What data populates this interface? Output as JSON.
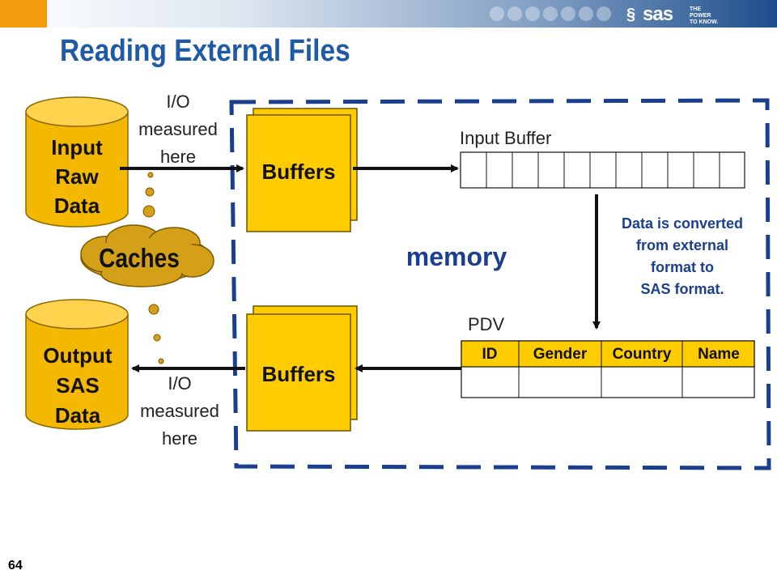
{
  "header": {
    "title": "Reading External Files",
    "logo_text": "sas",
    "logo_tagline": "THE\nPOWER\nTO KNOW.",
    "page_number": "64"
  },
  "diagram": {
    "input_cylinder": [
      "Input",
      "Raw",
      "Data"
    ],
    "output_cylinder": [
      "Output",
      "SAS",
      "Data"
    ],
    "io_top": [
      "I/O",
      "measured",
      "here"
    ],
    "io_bottom": [
      "I/O",
      "measured",
      "here"
    ],
    "buffers_top": "Buffers",
    "buffers_bottom": "Buffers",
    "caches": "Caches",
    "memory": "memory",
    "input_buffer_label": "Input Buffer",
    "pdv_label": "PDV",
    "conversion_note": [
      "Data is converted",
      "from external",
      "format to",
      "SAS format."
    ],
    "pdv_columns": [
      "ID",
      "Gender",
      "Country",
      "Name"
    ]
  },
  "colors": {
    "title": "#1f5aa6",
    "accent_orange": "#f39c12",
    "cylinder_fill": "#f5b800",
    "buffer_fill": "#ffcc00",
    "caches_fill": "#d4a017",
    "memory_border": "#1a3f8f",
    "pdv_header": "#ffcc00",
    "note_text": "#1a3f8f"
  }
}
